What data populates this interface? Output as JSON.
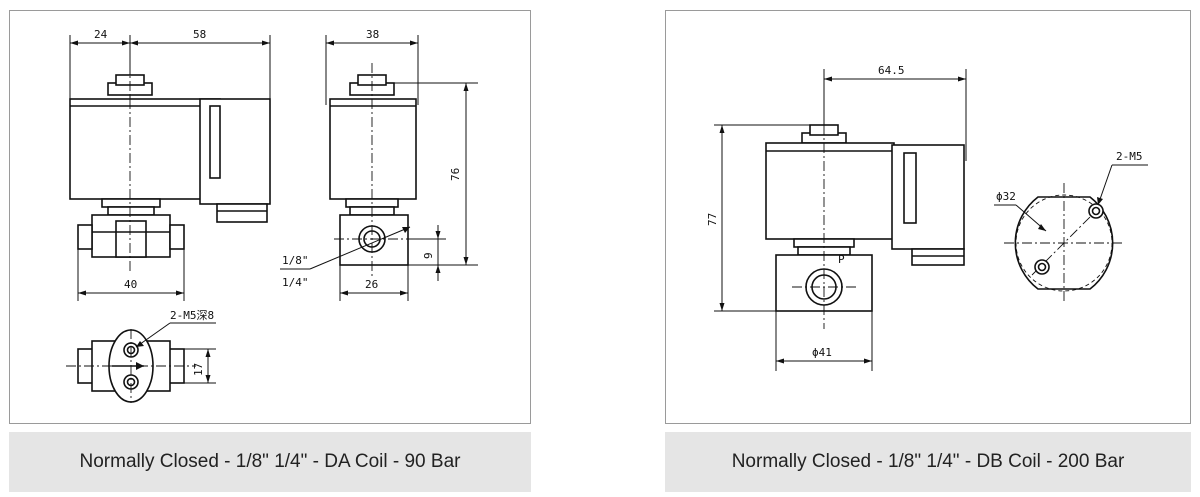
{
  "left_panel": {
    "caption": "Normally Closed - 1/8\" 1/4\" - DA Coil - 90 Bar",
    "dims": {
      "d24": "24",
      "d58": "58",
      "d38": "38",
      "d76": "76",
      "d9": "9",
      "d26": "26",
      "d40": "40",
      "d17": "17",
      "d2m5": "2-M5深8",
      "thread1": "1/8\"",
      "thread2": "1/4\""
    }
  },
  "right_panel": {
    "caption": "Normally Closed - 1/8\" 1/4\" - DB Coil - 200 Bar",
    "dims": {
      "d645": "64.5",
      "d77": "77",
      "d41": "ϕ41",
      "d32": "ϕ32",
      "d2m5": "2-M5",
      "port": "P"
    }
  }
}
